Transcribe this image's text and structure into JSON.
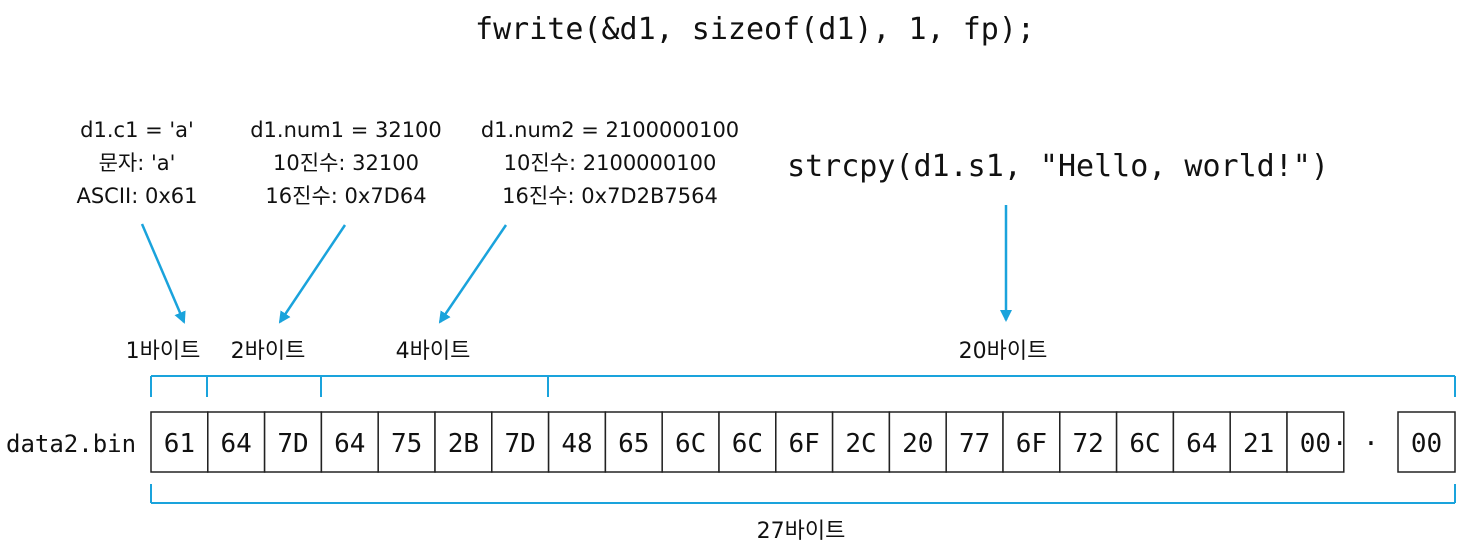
{
  "call": "fwrite(&d1, sizeof(d1), 1, fp);",
  "strcpy": "strcpy(d1.s1, \"Hello, world!\")",
  "fields": {
    "c1": {
      "lines": [
        "d1.c1 = 'a'",
        "문자: 'a'",
        "ASCII: 0x61"
      ],
      "size_label": "1바이트"
    },
    "num1": {
      "lines": [
        "d1.num1 = 32100",
        "10진수: 32100",
        "16진수: 0x7D64"
      ],
      "size_label": "2바이트"
    },
    "num2": {
      "lines": [
        "d1.num2 = 2100000100",
        "10진수: 2100000100",
        "16진수: 0x7D2B7564"
      ],
      "size_label": "4바이트"
    },
    "s1": {
      "size_label": "20바이트"
    }
  },
  "file": {
    "name": "data2.bin",
    "bytes": [
      "61",
      "64",
      "7D",
      "64",
      "75",
      "2B",
      "7D",
      "48",
      "65",
      "6C",
      "6C",
      "6F",
      "2C",
      "20",
      "77",
      "6F",
      "72",
      "6C",
      "64",
      "21",
      "00"
    ],
    "ellipsis": "· · ·",
    "last_byte": "00",
    "total_label": "27바이트"
  },
  "colors": {
    "arrow": "#1aa3dc",
    "bracket": "#1aa3dc",
    "cell_border": "#222222"
  }
}
